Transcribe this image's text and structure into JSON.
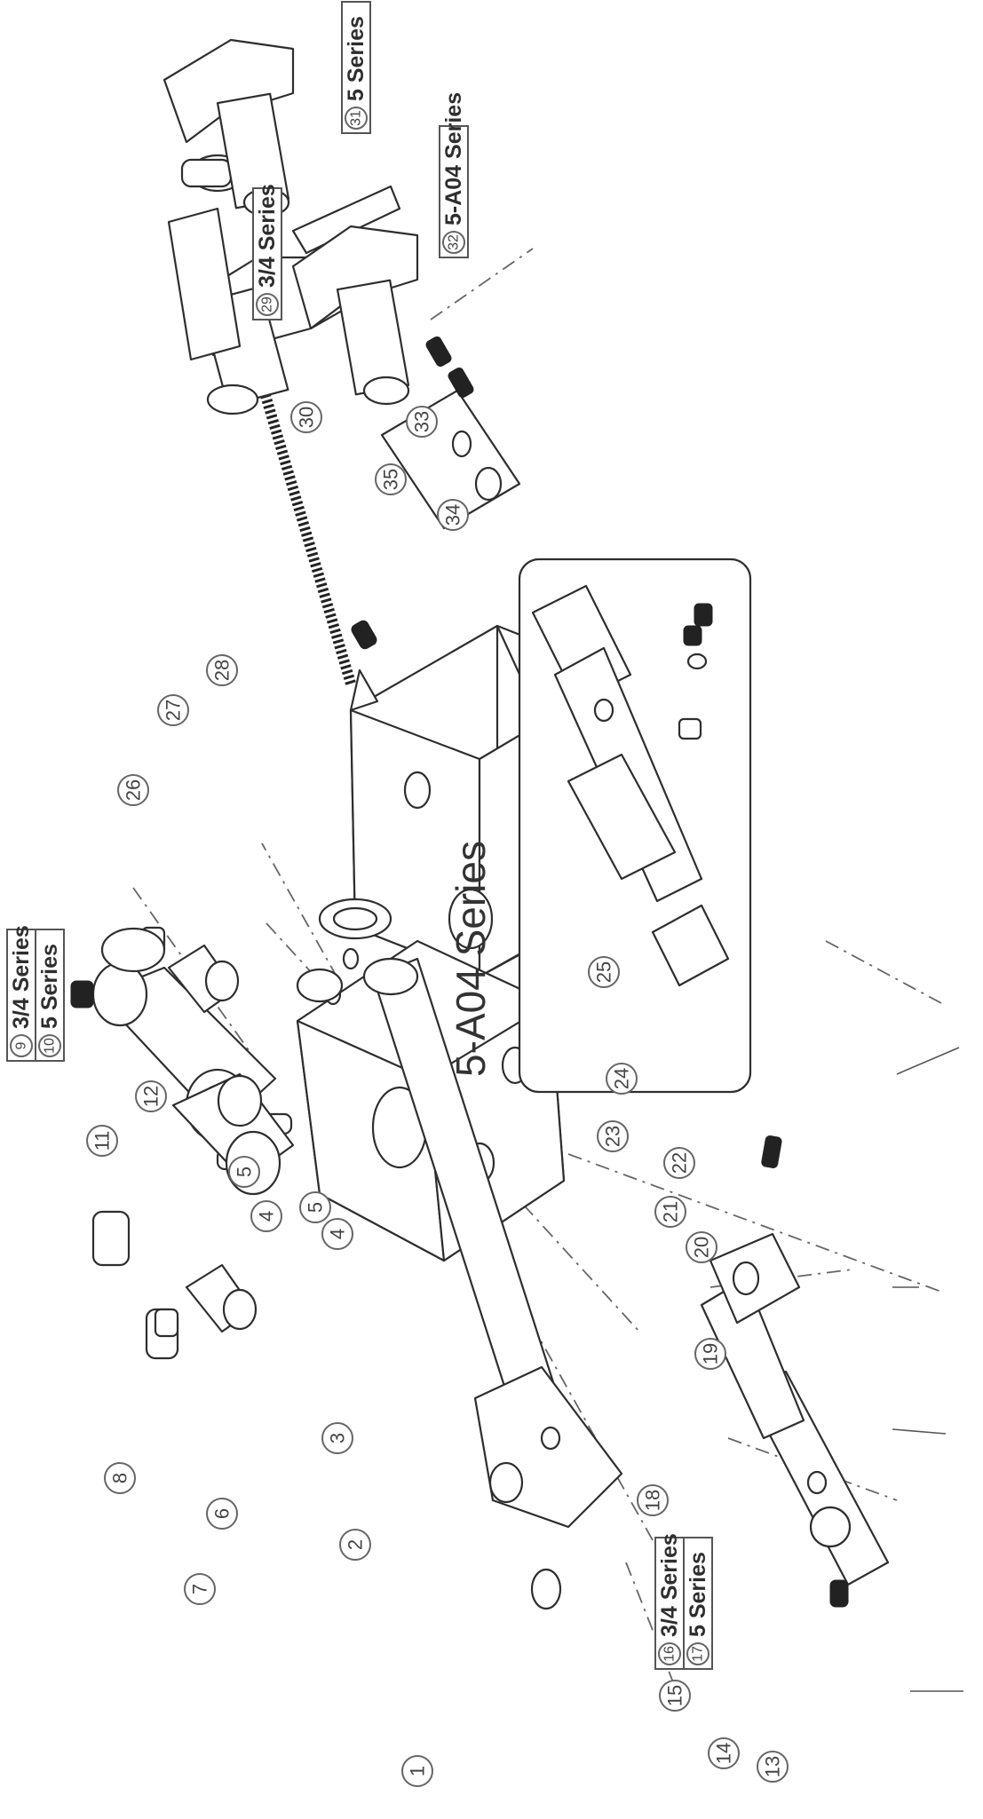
{
  "title": "5-A04 Series",
  "callouts": [
    "1",
    "2",
    "3",
    "4",
    "5",
    "6",
    "7",
    "8",
    "11",
    "12",
    "13",
    "14",
    "15",
    "18",
    "19",
    "20",
    "21",
    "22",
    "23",
    "24",
    "25",
    "26",
    "27",
    "28",
    "30",
    "33",
    "34",
    "35"
  ],
  "duplicate_callouts": [
    "4",
    "5"
  ],
  "series_labels": {
    "arm": [
      {
        "num": "9",
        "text": "3/4 Series"
      },
      {
        "num": "10",
        "text": "5 Series"
      }
    ],
    "guide_low": [
      {
        "num": "16",
        "text": "3/4 Series"
      },
      {
        "num": "17",
        "text": "5 Series"
      }
    ],
    "holder_29": {
      "num": "29",
      "text": "3/4 Series"
    },
    "holder_31": {
      "num": "31",
      "text": "5 Series"
    },
    "holder_32": {
      "num": "32",
      "text": "5-A04 Series"
    }
  }
}
